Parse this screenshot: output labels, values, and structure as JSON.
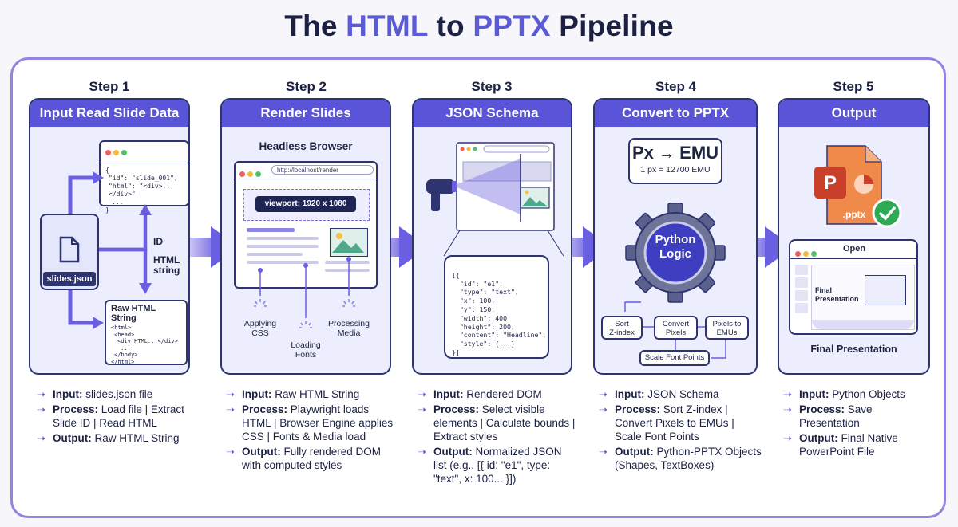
{
  "title": {
    "pre": "The ",
    "html": "HTML",
    "mid": " to ",
    "pptx": "PPTX",
    "post": " Pipeline"
  },
  "colors": {
    "accent": "#5a55d8",
    "dark": "#1c2143",
    "card_bg": "#eceefe"
  },
  "steps": [
    {
      "step": "Step 1",
      "header": "Input Read Slide Data",
      "code_top": [
        "{",
        "\"id\": \"slide_001\",",
        "\"html\": \"<div>...</div>\"",
        "...",
        "}"
      ],
      "file_label": "slides.json",
      "arrow_labels": [
        "ID",
        "HTML",
        "string"
      ],
      "raw_title": "Raw HTML String",
      "raw_code": [
        "<html>",
        "<head>",
        "<div HTML...</div>",
        "...",
        "</body>",
        "</html>"
      ],
      "bullets": [
        {
          "k": "Input:",
          "v": " slides.json file"
        },
        {
          "k": "Process:",
          "v": " Load file | Extract Slide ID | Read HTML"
        },
        {
          "k": "Output:",
          "v": " Raw HTML String"
        }
      ]
    },
    {
      "step": "Step 2",
      "header": "Render Slides",
      "sub": "Headless Browser",
      "url": "http://localhost/render",
      "viewport": "viewport: 1920 x 1080",
      "labels": [
        "Applying",
        "CSS",
        "Loading",
        "Fonts",
        "Processing",
        "Media"
      ],
      "bullets": [
        {
          "k": "Input:",
          "v": " Raw HTML String"
        },
        {
          "k": "Process:",
          "v": " Playwright loads HTML | Browser Engine applies CSS | Fonts & Media load"
        },
        {
          "k": "Output:",
          "v": " Fully rendered DOM with computed styles"
        }
      ]
    },
    {
      "step": "Step 3",
      "header": "JSON Schema",
      "code": [
        "[{",
        "  \"id\": \"e1\",",
        "  \"type\": \"text\",",
        "  \"x\": 100,",
        "  \"y\": 150,",
        "  \"width\": 400,",
        "  \"height\": 200,",
        "  \"content\": \"Headline\",",
        "  \"style\": {...}",
        "}]"
      ],
      "bullets": [
        {
          "k": "Input:",
          "v": " Rendered DOM"
        },
        {
          "k": "Process:",
          "v": " Select visible elements | Calculate bounds | Extract styles"
        },
        {
          "k": "Output:",
          "v": " Normalized JSON list (e.g., [{ id: \"e1\", type: \"text\", x: 100... }])"
        }
      ]
    },
    {
      "step": "Step 4",
      "header": "Convert to PPTX",
      "px": "Px",
      "emu": "EMU",
      "conv": "1 px = 12700 EMU",
      "gear": [
        "Python",
        "Logic"
      ],
      "boxes": [
        "Sort",
        "Z-index",
        "Convert",
        "Pixels",
        "Pixels to",
        "EMUs",
        "Scale Font Points"
      ],
      "bullets": [
        {
          "k": "Input:",
          "v": " JSON Schema"
        },
        {
          "k": "Process:",
          "v": " Sort Z-index | Convert Pixels to EMUs | Scale Font Points"
        },
        {
          "k": "Output:",
          "v": " Python-PPTX Objects (Shapes, TextBoxes)"
        }
      ]
    },
    {
      "step": "Step 5",
      "header": "Output",
      "ext": ".pptx",
      "open": "Open",
      "slide_text": [
        "Final",
        "Presentation"
      ],
      "caption": "Final Presentation",
      "bullets": [
        {
          "k": "Input:",
          "v": " Python Objects"
        },
        {
          "k": "Process:",
          "v": " Save Presentation"
        },
        {
          "k": "Output:",
          "v": " Final Native PowerPoint File"
        }
      ]
    }
  ]
}
